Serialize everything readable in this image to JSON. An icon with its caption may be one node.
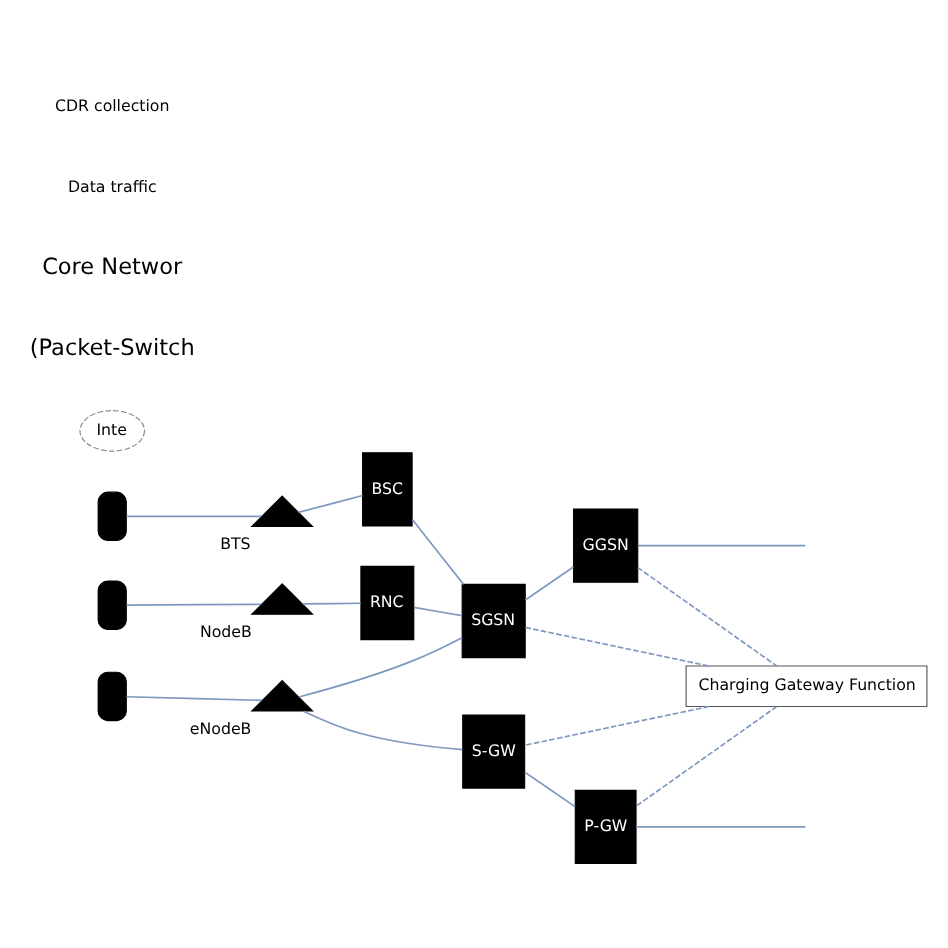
{
  "diagram": {
    "nodes": [
      {
        "text": [],
        "shape": "phone"
      },
      {
        "text": [
          "BTS"
        ]
      },
      {
        "text": [
          "BSC"
        ]
      },
      {
        "text": [],
        "shape": "phone"
      },
      {
        "text": [
          "NodeB"
        ]
      },
      {
        "text": [
          "RNC"
        ]
      },
      {
        "text": [],
        "shape": "phone"
      },
      {
        "text": [
          "eNodeB"
        ]
      },
      {
        "text": [
          "SGSN"
        ]
      },
      {
        "text": [
          "GGSN"
        ]
      },
      {
        "text": [
          "Charging Gateway Function"
        ]
      },
      {
        "text": [
          "Inte"
        ]
      },
      {
        "text": [
          "S-GW"
        ]
      },
      {
        "text": [
          "P-GW"
        ]
      }
    ],
    "edges": [
      {
        "from": 0,
        "to": 1,
        "arrow": "none"
      },
      {
        "from": 1,
        "to": 2,
        "arrow": "none"
      },
      {
        "from": 2,
        "to": 8,
        "arrow": "none"
      },
      {
        "from": 3,
        "to": 4,
        "arrow": "none"
      },
      {
        "from": 4,
        "to": 5,
        "arrow": "none"
      },
      {
        "from": 5,
        "to": 8,
        "arrow": "none"
      },
      {
        "from": 6,
        "to": 7,
        "arrow": "none"
      },
      {
        "from": 7,
        "to": 8,
        "arrow": "none"
      },
      {
        "from": 7,
        "to": 12,
        "arrow": "none"
      },
      {
        "from": 8,
        "to": 9,
        "arrow": "none"
      },
      {
        "from": 9,
        "to": null,
        "arrow": "none"
      },
      {
        "from": 12,
        "to": 13,
        "arrow": "none"
      },
      {
        "from": 13,
        "to": null,
        "arrow": "none"
      },
      {
        "from": 8,
        "to": 10,
        "arrow": "none",
        "style": "dashed"
      },
      {
        "from": 9,
        "to": 10,
        "arrow": "none",
        "style": "dashed"
      },
      {
        "from": 10,
        "to": 12,
        "arrow": "none",
        "style": "dashed"
      },
      {
        "from": 10,
        "to": 13,
        "arrow": "none",
        "style": "dashed"
      }
    ],
    "labels": [
      "Core Networ",
      "(Packet-Switch"
    ],
    "legend": [
      {
        "text": "CDR collection"
      },
      {
        "text": "Data traffic"
      }
    ]
  }
}
